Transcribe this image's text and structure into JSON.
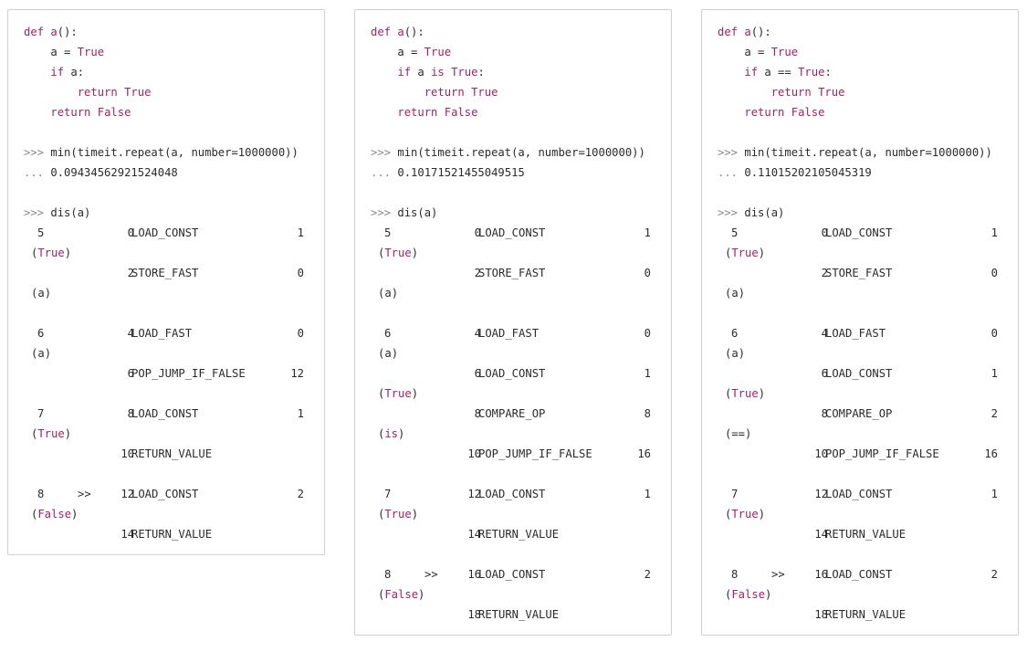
{
  "panels": [
    {
      "source": [
        [
          "def",
          " ",
          "a",
          "():"
        ],
        [
          "    a = ",
          "True"
        ],
        [
          "    ",
          "if",
          " a:"
        ],
        [
          "        ",
          "return",
          " ",
          "True"
        ],
        [
          "    ",
          "return",
          " ",
          "False"
        ]
      ],
      "timeit_prompt": ">>>",
      "timeit_cmd": "min(timeit.repeat(a, number=1000000))",
      "result_prompt": "...",
      "result": "0.09434562921524048",
      "dis_prompt": ">>>",
      "dis_cmd": "dis(a)",
      "blocks": [
        [
          {
            "line": "5",
            "marker": "",
            "off": "0",
            "op": "LOAD_CONST",
            "arg": "1",
            "sub": "True",
            "subkw": true
          },
          {
            "line": "",
            "marker": "",
            "off": "2",
            "op": "STORE_FAST",
            "arg": "0",
            "sub": "a",
            "subkw": false
          }
        ],
        [
          {
            "line": "6",
            "marker": "",
            "off": "4",
            "op": "LOAD_FAST",
            "arg": "0",
            "sub": "a",
            "subkw": false
          },
          {
            "line": "",
            "marker": "",
            "off": "6",
            "op": "POP_JUMP_IF_FALSE",
            "arg": "12",
            "sub": "",
            "subkw": false
          }
        ],
        [
          {
            "line": "7",
            "marker": "",
            "off": "8",
            "op": "LOAD_CONST",
            "arg": "1",
            "sub": "True",
            "subkw": true
          },
          {
            "line": "",
            "marker": "",
            "off": "10",
            "op": "RETURN_VALUE",
            "arg": "",
            "sub": "",
            "subkw": false
          }
        ],
        [
          {
            "line": "8",
            "marker": ">>",
            "off": "12",
            "op": "LOAD_CONST",
            "arg": "2",
            "sub": "False",
            "subkw": true
          },
          {
            "line": "",
            "marker": "",
            "off": "14",
            "op": "RETURN_VALUE",
            "arg": "",
            "sub": "",
            "subkw": false
          }
        ]
      ]
    },
    {
      "source": [
        [
          "def",
          " ",
          "a",
          "():"
        ],
        [
          "    a = ",
          "True"
        ],
        [
          "    ",
          "if",
          " a ",
          "is",
          " ",
          "True",
          ":"
        ],
        [
          "        ",
          "return",
          " ",
          "True"
        ],
        [
          "    ",
          "return",
          " ",
          "False"
        ]
      ],
      "timeit_prompt": ">>>",
      "timeit_cmd": "min(timeit.repeat(a, number=1000000))",
      "result_prompt": "...",
      "result": "0.10171521455049515",
      "dis_prompt": ">>>",
      "dis_cmd": "dis(a)",
      "blocks": [
        [
          {
            "line": "5",
            "marker": "",
            "off": "0",
            "op": "LOAD_CONST",
            "arg": "1",
            "sub": "True",
            "subkw": true
          },
          {
            "line": "",
            "marker": "",
            "off": "2",
            "op": "STORE_FAST",
            "arg": "0",
            "sub": "a",
            "subkw": false
          }
        ],
        [
          {
            "line": "6",
            "marker": "",
            "off": "4",
            "op": "LOAD_FAST",
            "arg": "0",
            "sub": "a",
            "subkw": false
          },
          {
            "line": "",
            "marker": "",
            "off": "6",
            "op": "LOAD_CONST",
            "arg": "1",
            "sub": "True",
            "subkw": true
          },
          {
            "line": "",
            "marker": "",
            "off": "8",
            "op": "COMPARE_OP",
            "arg": "8",
            "sub": "is",
            "subkw": true
          },
          {
            "line": "",
            "marker": "",
            "off": "10",
            "op": "POP_JUMP_IF_FALSE",
            "arg": "16",
            "sub": "",
            "subkw": false
          }
        ],
        [
          {
            "line": "7",
            "marker": "",
            "off": "12",
            "op": "LOAD_CONST",
            "arg": "1",
            "sub": "True",
            "subkw": true
          },
          {
            "line": "",
            "marker": "",
            "off": "14",
            "op": "RETURN_VALUE",
            "arg": "",
            "sub": "",
            "subkw": false
          }
        ],
        [
          {
            "line": "8",
            "marker": ">>",
            "off": "16",
            "op": "LOAD_CONST",
            "arg": "2",
            "sub": "False",
            "subkw": true
          },
          {
            "line": "",
            "marker": "",
            "off": "18",
            "op": "RETURN_VALUE",
            "arg": "",
            "sub": "",
            "subkw": false
          }
        ]
      ]
    },
    {
      "source": [
        [
          "def",
          " ",
          "a",
          "():"
        ],
        [
          "    a = ",
          "True"
        ],
        [
          "    ",
          "if",
          " a == ",
          "True",
          ":"
        ],
        [
          "        ",
          "return",
          " ",
          "True"
        ],
        [
          "    ",
          "return",
          " ",
          "False"
        ]
      ],
      "timeit_prompt": ">>>",
      "timeit_cmd": "min(timeit.repeat(a, number=1000000))",
      "result_prompt": "...",
      "result": "0.11015202105045319",
      "dis_prompt": ">>>",
      "dis_cmd": "dis(a)",
      "blocks": [
        [
          {
            "line": "5",
            "marker": "",
            "off": "0",
            "op": "LOAD_CONST",
            "arg": "1",
            "sub": "True",
            "subkw": true
          },
          {
            "line": "",
            "marker": "",
            "off": "2",
            "op": "STORE_FAST",
            "arg": "0",
            "sub": "a",
            "subkw": false
          }
        ],
        [
          {
            "line": "6",
            "marker": "",
            "off": "4",
            "op": "LOAD_FAST",
            "arg": "0",
            "sub": "a",
            "subkw": false
          },
          {
            "line": "",
            "marker": "",
            "off": "6",
            "op": "LOAD_CONST",
            "arg": "1",
            "sub": "True",
            "subkw": true
          },
          {
            "line": "",
            "marker": "",
            "off": "8",
            "op": "COMPARE_OP",
            "arg": "2",
            "sub": "==",
            "subkw": false
          },
          {
            "line": "",
            "marker": "",
            "off": "10",
            "op": "POP_JUMP_IF_FALSE",
            "arg": "16",
            "sub": "",
            "subkw": false
          }
        ],
        [
          {
            "line": "7",
            "marker": "",
            "off": "12",
            "op": "LOAD_CONST",
            "arg": "1",
            "sub": "True",
            "subkw": true
          },
          {
            "line": "",
            "marker": "",
            "off": "14",
            "op": "RETURN_VALUE",
            "arg": "",
            "sub": "",
            "subkw": false
          }
        ],
        [
          {
            "line": "8",
            "marker": ">>",
            "off": "16",
            "op": "LOAD_CONST",
            "arg": "2",
            "sub": "False",
            "subkw": true
          },
          {
            "line": "",
            "marker": "",
            "off": "18",
            "op": "RETURN_VALUE",
            "arg": "",
            "sub": "",
            "subkw": false
          }
        ]
      ]
    }
  ],
  "colors": {
    "keyword": "#a0226a",
    "prompt": "#8a8a8a",
    "text": "#2b2b2b",
    "border": "#cfcfcf"
  }
}
